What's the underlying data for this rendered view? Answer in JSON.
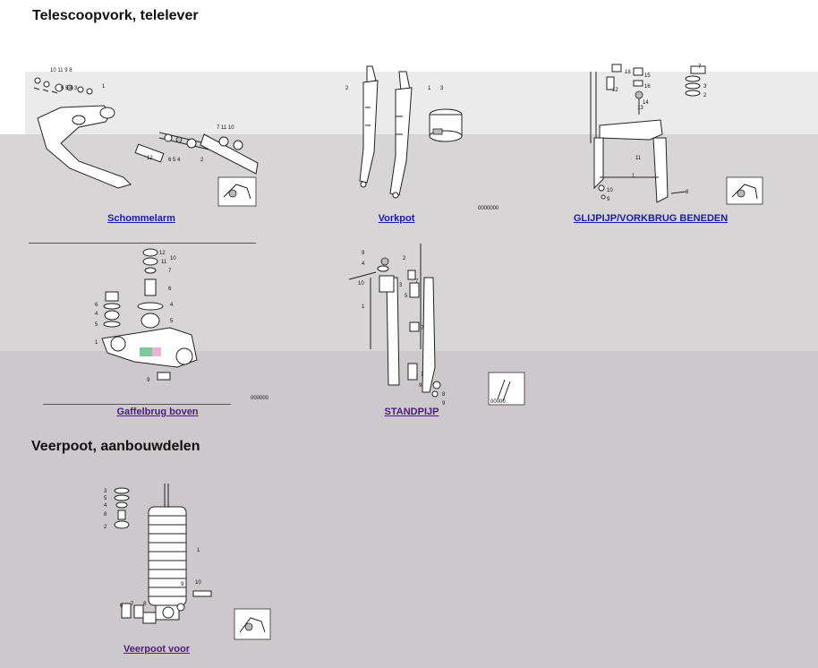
{
  "sections": [
    {
      "title": "Telescoopvork, telelever"
    },
    {
      "title": "Veerpoot, aanbouwdelen"
    }
  ],
  "parts": [
    {
      "caption": "Schommelarm"
    },
    {
      "caption": "Vorkpot"
    },
    {
      "caption": "GLIJPIJP/VORKBRUG BENEDEN"
    },
    {
      "caption": "Gaffelbrug boven"
    },
    {
      "caption": "STANDPIJP"
    },
    {
      "caption": "Veerpoot voor"
    }
  ],
  "colors": {
    "link": "#1a1aa8",
    "visited_link": "#4b1a7a",
    "band_light": "#ebebeb",
    "band_mid": "#d7d5d5",
    "band_dark": "#cdc8cc"
  },
  "icons": [
    "detail-thumbnail-icon"
  ]
}
